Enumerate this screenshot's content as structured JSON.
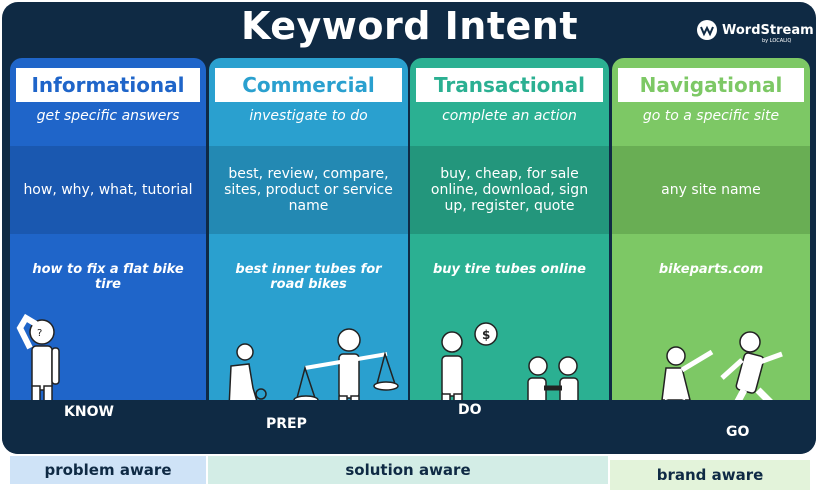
{
  "title": "Keyword Intent",
  "brand": {
    "name": "WordStream",
    "sub": "by LOCALIQ"
  },
  "columns": [
    {
      "name": "Informational",
      "goal": "get specific answers",
      "keywords": "how, why, what, tutorial",
      "example": "how to fix a flat bike tire",
      "stage": "KNOW",
      "color": "#1f65c9",
      "band": "#1a58b0",
      "head_text": "#1f65c9"
    },
    {
      "name": "Commercial",
      "goal": "investigate to do",
      "keywords": "best, review, compare, sites, product or service name",
      "example": "best inner tubes for road bikes",
      "stage": "PREP",
      "color": "#2aa0cf",
      "band": "#2389b3",
      "head_text": "#2aa0cf"
    },
    {
      "name": "Transactional",
      "goal": "complete an action",
      "keywords": "buy, cheap, for sale online, download, sign up, register, quote",
      "example": "buy tire tubes online",
      "stage": "DO",
      "color": "#2bb092",
      "band": "#23967c",
      "head_text": "#2bb092"
    },
    {
      "name": "Navigational",
      "goal": "go to a specific site",
      "keywords": "any site name",
      "example": "bikeparts.com",
      "stage": "GO",
      "color": "#7dc865",
      "band": "#69ae54",
      "head_text": "#7dc865"
    }
  ],
  "awareness": [
    {
      "label": "problem aware",
      "color": "#cfe3f7"
    },
    {
      "label": "solution aware",
      "color": "#d3ede6"
    },
    {
      "label": "brand aware",
      "color": "#e3f3da"
    }
  ]
}
